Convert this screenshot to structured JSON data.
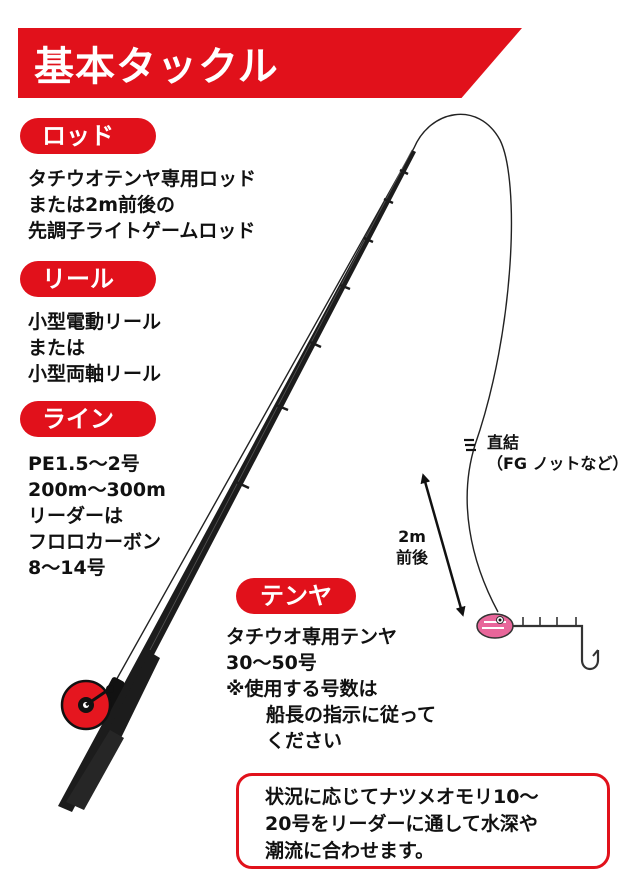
{
  "title": "基本タックル",
  "sections": {
    "rod": {
      "label": "ロッド",
      "lines": [
        "タチウオテンヤ専用ロッド",
        "または2m前後の",
        "先調子ライトゲームロッド"
      ]
    },
    "reel": {
      "label": "リール",
      "lines": [
        "小型電動リール",
        "または",
        "小型両軸リール"
      ]
    },
    "line": {
      "label": "ライン",
      "lines": [
        "PE1.5～2号",
        "200m～300m",
        "リーダーは",
        "フロロカーボン",
        "8～14号"
      ]
    },
    "tenya": {
      "label": "テンヤ",
      "lines": [
        "タチウオ専用テンヤ",
        "30～50号",
        "※使用する号数は",
        "船長の指示に従って",
        "ください"
      ]
    }
  },
  "annotations": {
    "knot": [
      "直結",
      "（FG ノットなど）"
    ],
    "leader_length": [
      "2m",
      "前後"
    ]
  },
  "callout": {
    "lines": [
      "状況に応じてナツメオモリ10～",
      "20号をリーダーに通して水深や",
      "潮流に合わせます。"
    ]
  },
  "colors": {
    "accent_red": "#e1111b",
    "text": "#111111",
    "rod": "#1c1c1c",
    "reel": "#e5161f",
    "tenya_head": "#e8669a"
  },
  "icons": [
    "fishing-rod-icon",
    "reel-icon",
    "fishing-line",
    "tenya-jig-icon",
    "double-arrow-icon"
  ]
}
